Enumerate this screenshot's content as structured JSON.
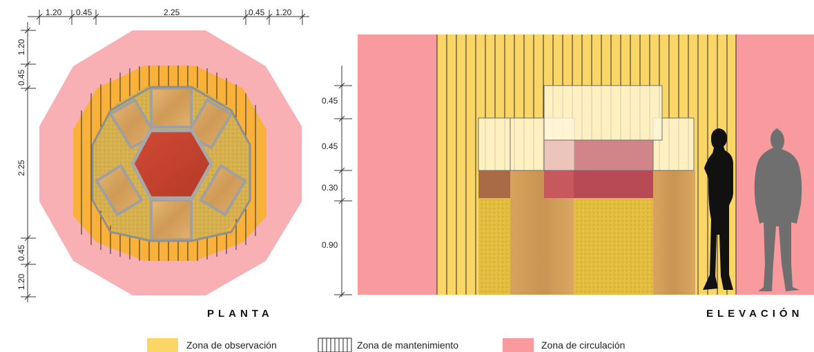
{
  "plan": {
    "title": "PLANTA",
    "top_dims": [
      "1.20",
      "0.45",
      "2.25",
      "0.45",
      "1.20"
    ],
    "left_dims": [
      "1.20",
      "0.45",
      "2.25",
      "0.45",
      "1.20"
    ]
  },
  "elevation": {
    "title": "ELEVACIÓN",
    "left_dims": [
      "0.45",
      "0.45",
      "0.30",
      "0.90"
    ]
  },
  "legend": {
    "items": [
      {
        "label": "Zona de observación",
        "color": "#f9d666",
        "icon": "yellow-swatch"
      },
      {
        "label": "Zona de mantenimiento",
        "color": "#ffffff",
        "icon": "vertical-lines-swatch"
      },
      {
        "label": "Zona de circulación",
        "color": "#f89a9e",
        "icon": "pink-swatch"
      }
    ]
  },
  "colors": {
    "circulation_plan": "#f9b0b4",
    "circulation_elev": "#f89a9e",
    "observation_plan": "#f9b13a",
    "observation_elev": "#f9d666",
    "wood": "#d8a865",
    "sand": "#d9b35e",
    "center_red": "#c8402e",
    "frame": "#9a9a9a"
  }
}
